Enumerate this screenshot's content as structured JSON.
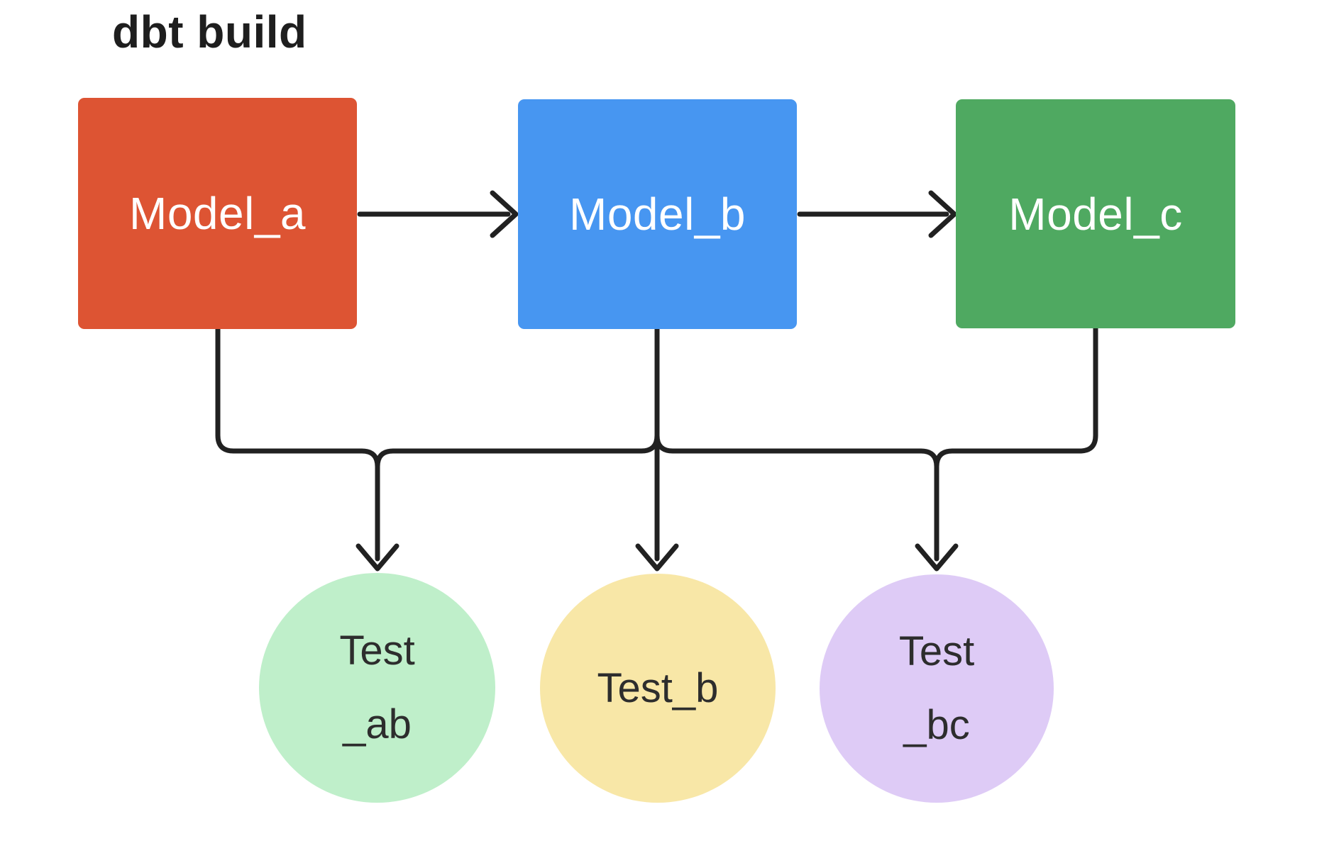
{
  "title": "dbt build",
  "colors": {
    "background": "#ffffff",
    "edge": "#212121",
    "title_text": "#1e1e1e",
    "model_label_text": "#ffffff",
    "test_label_text": "#2d2d2d"
  },
  "models": [
    {
      "id": "model_a",
      "label": "Model_a",
      "fill": "#dd5433"
    },
    {
      "id": "model_b",
      "label": "Model_b",
      "fill": "#4796f1"
    },
    {
      "id": "model_c",
      "label": "Model_c",
      "fill": "#4fa961"
    }
  ],
  "tests": [
    {
      "id": "test_ab",
      "lines": [
        "Test",
        "_ab"
      ],
      "fill": "#bfefca"
    },
    {
      "id": "test_b",
      "lines": [
        "Test_b"
      ],
      "fill": "#f8e7a7"
    },
    {
      "id": "test_bc",
      "lines": [
        "Test",
        "_bc"
      ],
      "fill": "#decbf6"
    }
  ],
  "edges": [
    {
      "from": "Model_a",
      "to": "Model_b"
    },
    {
      "from": "Model_b",
      "to": "Model_c"
    },
    {
      "from": "Model_a",
      "to": "Test_ab"
    },
    {
      "from": "Model_b",
      "to": "Test_ab"
    },
    {
      "from": "Model_b",
      "to": "Test_b"
    },
    {
      "from": "Model_b",
      "to": "Test_bc"
    },
    {
      "from": "Model_c",
      "to": "Test_bc"
    }
  ]
}
